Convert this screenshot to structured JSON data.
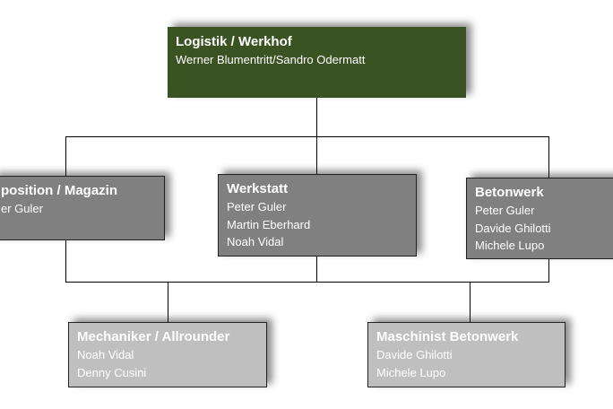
{
  "org_chart": {
    "root": {
      "title": "Logistik / Werkhof",
      "members": [
        "Werner Blumentritt/Sandro Odermatt"
      ],
      "color": "#3b5323"
    },
    "departments": [
      {
        "title": "Disposition / Magazin",
        "visible_title": "position / Magazin",
        "members": [
          "Peter Guler"
        ],
        "visible_members": [
          "er Guler"
        ],
        "color": "#808080"
      },
      {
        "title": "Werkstatt",
        "members": [
          "Peter Guler",
          "Martin Eberhard",
          "Noah Vidal"
        ],
        "color": "#808080"
      },
      {
        "title": "Betonwerk",
        "members": [
          "Peter Guler",
          "Davide Ghilotti",
          "Michele Lupo"
        ],
        "color": "#808080"
      }
    ],
    "teams": [
      {
        "title": "Mechaniker / Allrounder",
        "members": [
          "Noah Vidal",
          "Denny Cusini"
        ],
        "color": "#bfbfbf"
      },
      {
        "title": "Maschinist Betonwerk",
        "members": [
          "Davide Ghilotti",
          "Michele Lupo"
        ],
        "color": "#bfbfbf"
      }
    ]
  }
}
